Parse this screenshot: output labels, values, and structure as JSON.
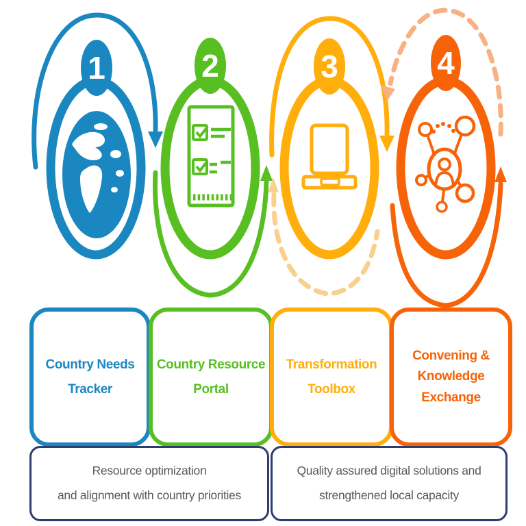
{
  "diagram": {
    "steps": [
      {
        "number": "1",
        "icon": "globe-icon",
        "color": "#1b87c1",
        "title_lines": [
          "Country Needs",
          "Tracker"
        ]
      },
      {
        "number": "2",
        "icon": "checklist-icon",
        "color": "#58bf23",
        "title_lines": [
          "Country Resource",
          "Portal"
        ]
      },
      {
        "number": "3",
        "icon": "laptop-icon",
        "color": "#ffae0c",
        "title_lines": [
          "Transformation",
          "Toolbox"
        ]
      },
      {
        "number": "4",
        "icon": "network-icon",
        "color": "#f76309",
        "title_lines": [
          "Convening &",
          "Knowledge",
          "Exchange"
        ]
      }
    ],
    "outcomes": [
      {
        "lines": [
          "Resource optimization",
          "and alignment with country priorities"
        ]
      },
      {
        "lines": [
          "Quality assured digital solutions and",
          "strengthened local capacity"
        ]
      }
    ],
    "colors": {
      "blue": "#1b87c1",
      "green": "#58bf23",
      "yellow": "#ffae0c",
      "orange": "#f76309",
      "pale_yellow": "#f9d08d",
      "pale_orange": "#f9b183",
      "navy": "#2e3d6e",
      "text_gray": "#58595b",
      "white": "#ffffff"
    }
  }
}
